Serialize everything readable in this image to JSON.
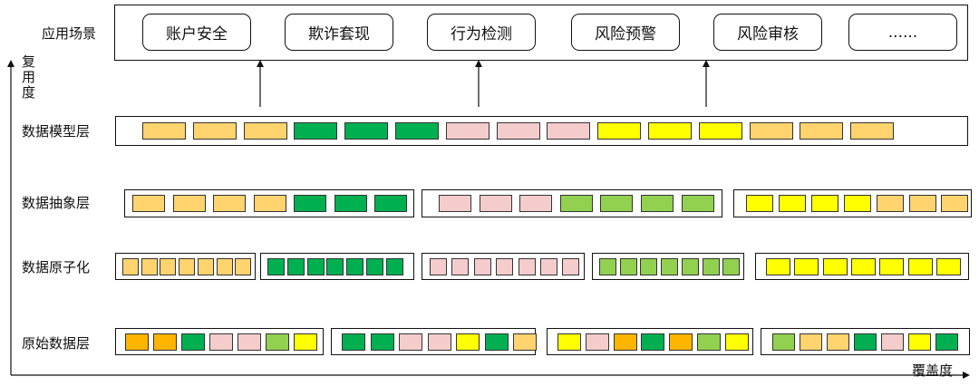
{
  "palette": {
    "orange_light": "#FFD36E",
    "orange": "#FFB400",
    "green_dark": "#00B050",
    "pink": "#F4CCCC",
    "yellow": "#FFFF00",
    "green_light": "#92D050"
  },
  "axes": {
    "y_label": [
      "复",
      "用",
      "度"
    ],
    "x_label": "覆盖度"
  },
  "apps": {
    "label": "应用场景",
    "items": [
      "账户安全",
      "欺诈套现",
      "行为检测",
      "风险预警",
      "风险审核",
      "......"
    ]
  },
  "layers": [
    {
      "label": "数据模型层",
      "groups": [
        [
          "orange_light",
          "orange_light",
          "orange_light",
          "green_dark",
          "green_dark",
          "green_dark",
          "pink",
          "pink",
          "pink",
          "yellow",
          "yellow",
          "yellow",
          "orange_light",
          "orange_light",
          "orange_light"
        ]
      ]
    },
    {
      "label": "数据抽象层",
      "groups": [
        [
          "orange_light",
          "orange_light",
          "orange_light",
          "orange_light",
          "green_dark",
          "green_dark",
          "green_dark"
        ],
        [
          "pink",
          "pink",
          "pink",
          "green_light",
          "green_light",
          "green_light",
          "green_light"
        ],
        [
          "yellow",
          "yellow",
          "yellow",
          "yellow",
          "orange_light",
          "orange_light",
          "orange_light"
        ]
      ]
    },
    {
      "label": "数据原子化",
      "groups": [
        [
          "orange_light",
          "orange_light",
          "orange_light",
          "orange_light",
          "orange_light",
          "orange_light",
          "orange_light"
        ],
        [
          "green_dark",
          "green_dark",
          "green_dark",
          "green_dark",
          "green_dark",
          "green_dark",
          "green_dark"
        ],
        [
          "pink",
          "pink",
          "pink",
          "pink",
          "pink",
          "pink",
          "pink"
        ],
        [
          "green_light",
          "green_light",
          "green_light",
          "green_light",
          "green_light",
          "green_light",
          "green_light"
        ],
        [
          "yellow",
          "yellow",
          "yellow",
          "yellow",
          "yellow",
          "yellow",
          "yellow"
        ]
      ]
    },
    {
      "label": "原始数据层",
      "groups": [
        [
          "orange",
          "orange",
          "green_dark",
          "pink",
          "pink",
          "green_light",
          "yellow"
        ],
        [
          "green_dark",
          "green_dark",
          "pink",
          "pink",
          "yellow",
          "green_dark",
          "orange_light"
        ],
        [
          "yellow",
          "pink",
          "orange",
          "green_dark",
          "orange",
          "green_light",
          "yellow"
        ],
        [
          "green_light",
          "orange_light",
          "orange_light",
          "green_dark",
          "pink",
          "yellow",
          "green_dark"
        ]
      ]
    }
  ]
}
